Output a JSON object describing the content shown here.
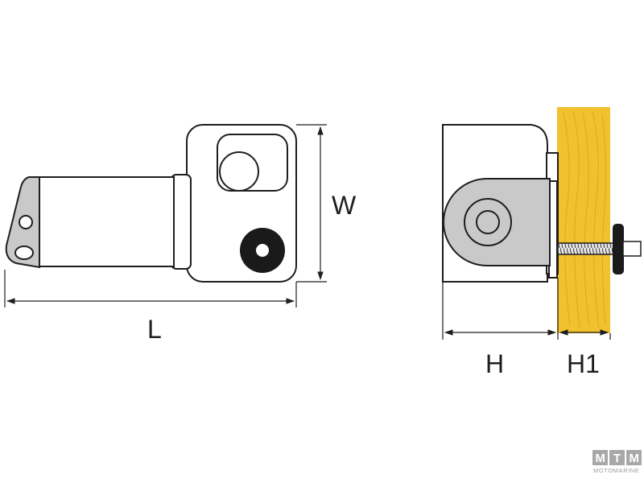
{
  "labels": {
    "length": "L",
    "width": "W",
    "height": "H",
    "height_mount": "H1"
  },
  "logo": {
    "letters": [
      "M",
      "T",
      "M"
    ],
    "subtitle": "MOTOMARINE"
  },
  "colors": {
    "stroke": "#1e1e1e",
    "part_fill": "#ffffff",
    "bracket_gray": "#c9c9c9",
    "wood": "#f2c12e",
    "wood_grain": "#e0a81c",
    "knob": "#1a1a1a",
    "logo_gray": "#a8a8a8"
  }
}
